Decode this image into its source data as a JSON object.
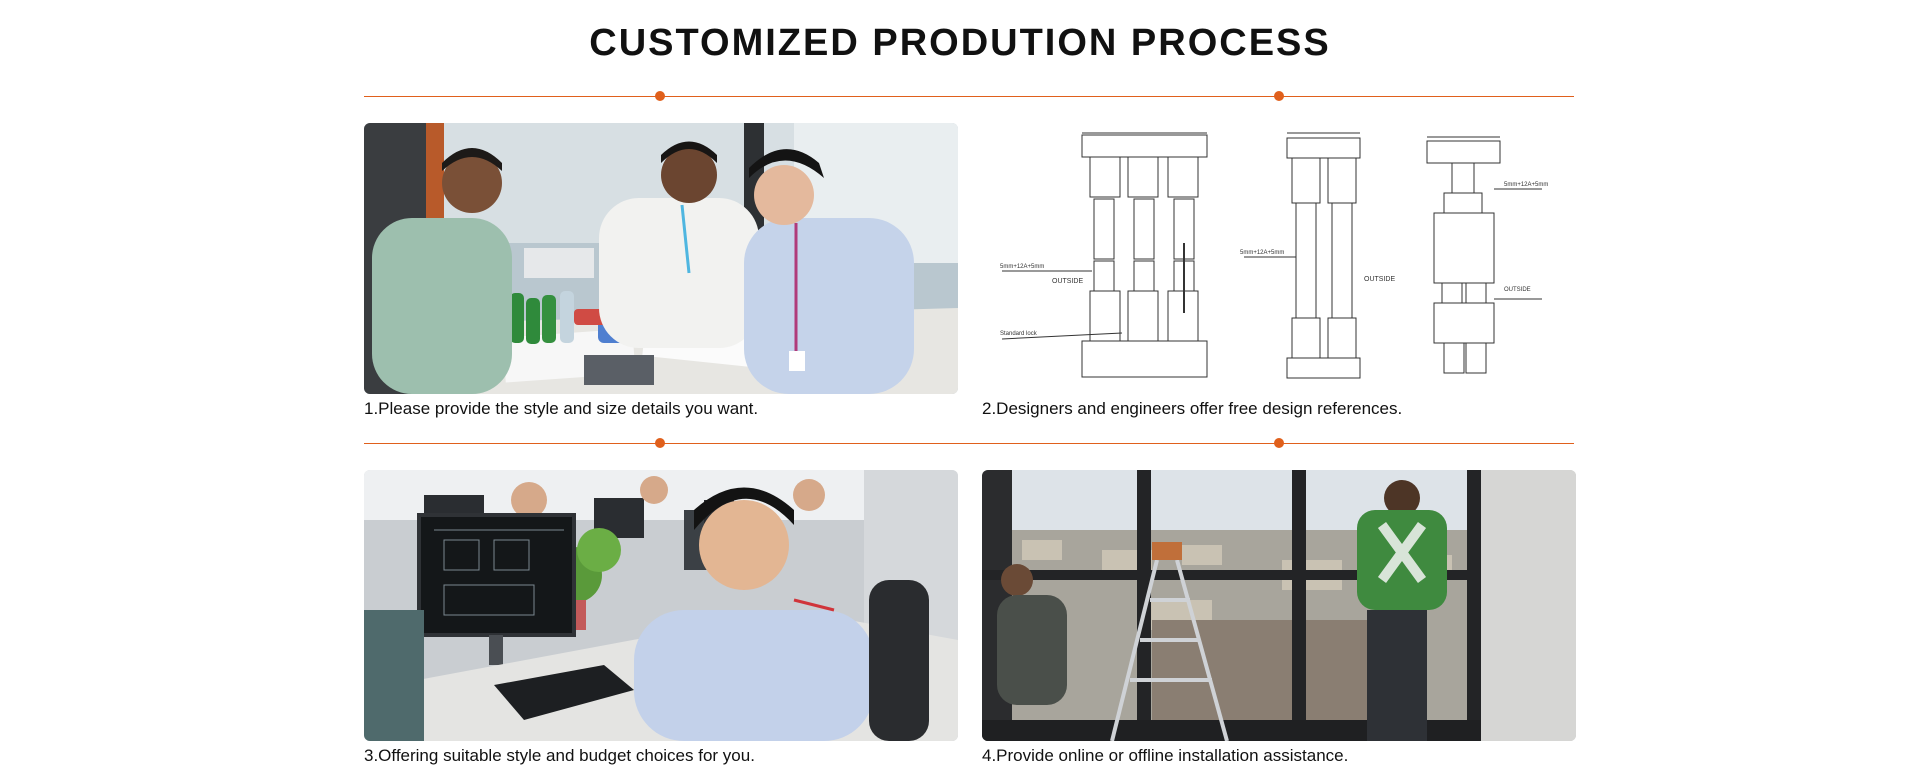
{
  "page": {
    "title": "CUSTOMIZED PRODUTION PROCESS"
  },
  "colors": {
    "accent": "#e0601c",
    "text": "#111111",
    "background": "#ffffff"
  },
  "steps": [
    {
      "caption": "1.Please provide the style and size details you want.",
      "photo": "clients-meeting-photo"
    },
    {
      "caption": "2.Designers and engineers offer free design references.",
      "photo": "window-profile-drawing"
    },
    {
      "caption": "3.Offering suitable style and budget choices for you.",
      "photo": "design-office-photo"
    },
    {
      "caption": "4.Provide online or offline installation assistance.",
      "photo": "installation-site-photo"
    }
  ],
  "drawing": {
    "label_outside_1": "OUTSIDE",
    "label_outside_2": "OUTSIDE",
    "label_outside_3": "OUTSIDE"
  }
}
